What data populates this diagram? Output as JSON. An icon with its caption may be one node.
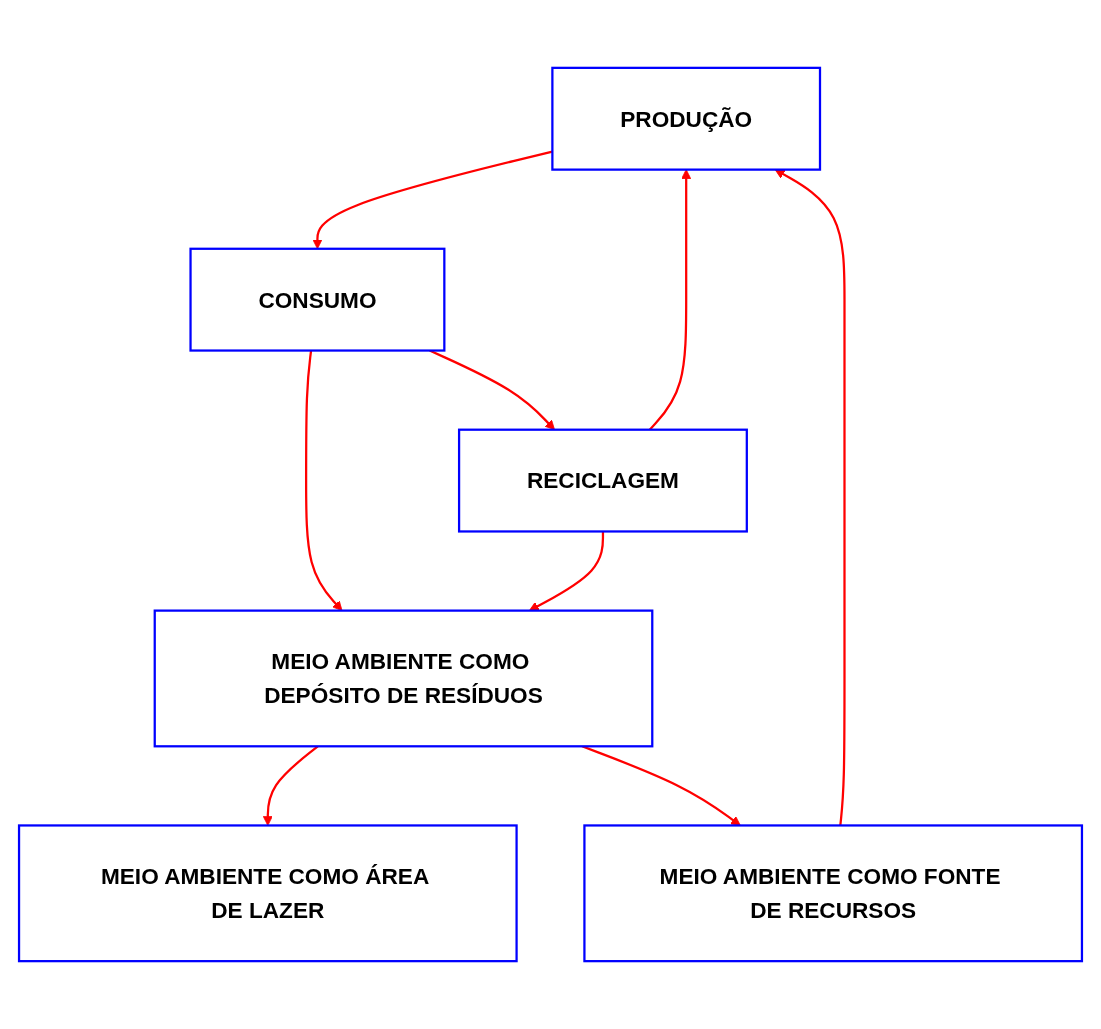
{
  "diagram": {
    "nodes": [
      {
        "text": [
          "PRODUÇÃO"
        ]
      },
      {
        "text": [
          "CONSUMO"
        ]
      },
      {
        "text": [
          "RECICLAGEM"
        ]
      },
      {
        "text": [
          "MEIO AMBIENTE COMO DEPÓSITO DE RESÍDUOS"
        ]
      },
      {
        "text": [
          "MEIO AMBIENTE COMO ÁREA DE LAZER"
        ]
      },
      {
        "text": [
          "MEIO AMBIENTE COMO FONTE DE RECURSOS"
        ]
      }
    ],
    "edges": [
      {
        "from": 0,
        "to": 1,
        "arrow": "to"
      },
      {
        "from": 1,
        "to": 2,
        "arrow": "to"
      },
      {
        "from": 1,
        "to": 3,
        "arrow": "to"
      },
      {
        "from": 2,
        "to": 0,
        "arrow": "to"
      },
      {
        "from": 2,
        "to": 3,
        "arrow": "to"
      },
      {
        "from": 3,
        "to": 4,
        "arrow": "to"
      },
      {
        "from": 3,
        "to": 5,
        "arrow": "to"
      },
      {
        "from": 5,
        "to": 0,
        "arrow": "to"
      }
    ]
  }
}
